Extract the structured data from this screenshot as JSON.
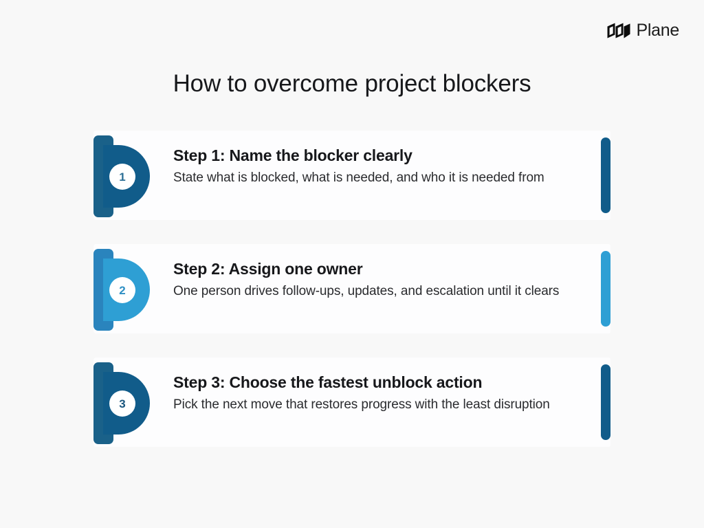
{
  "brand": {
    "name": "Plane",
    "logo_icon": "plane-logo-icon"
  },
  "header": {
    "title": "How to overcome project blockers"
  },
  "colors": {
    "page_background": "#f8f8f8",
    "card_background": "#fdfdfe",
    "title_text": "#17181b",
    "heading_text": "#17181b",
    "body_text": "#2a2b2e",
    "accent_dark_blue": "#115c8a",
    "accent_light_blue": "#2e9fd4",
    "marker_disc": "#ffffff"
  },
  "cards": [
    {
      "number": "1",
      "heading": "Step 1: Name the blocker clearly",
      "description": "State what is blocked, what is needed, and who it is needed from",
      "stem_color": "#1a6189",
      "bulge_color": "#115c8a",
      "accent_color": "#115c8a",
      "number_color": "#2c6f96"
    },
    {
      "number": "2",
      "heading": "Step 2: Assign one owner",
      "description": "One person drives follow-ups, updates, and escalation until it clears",
      "stem_color": "#2a84bd",
      "bulge_color": "#2e9fd4",
      "accent_color": "#2e9fd4",
      "number_color": "#2e8fc4"
    },
    {
      "number": "3",
      "heading": "Step 3: Choose the fastest unblock action",
      "description": "Pick the next move that restores progress with the least disruption",
      "stem_color": "#1a6189",
      "bulge_color": "#115c8a",
      "accent_color": "#115c8a",
      "number_color": "#19567e"
    }
  ]
}
